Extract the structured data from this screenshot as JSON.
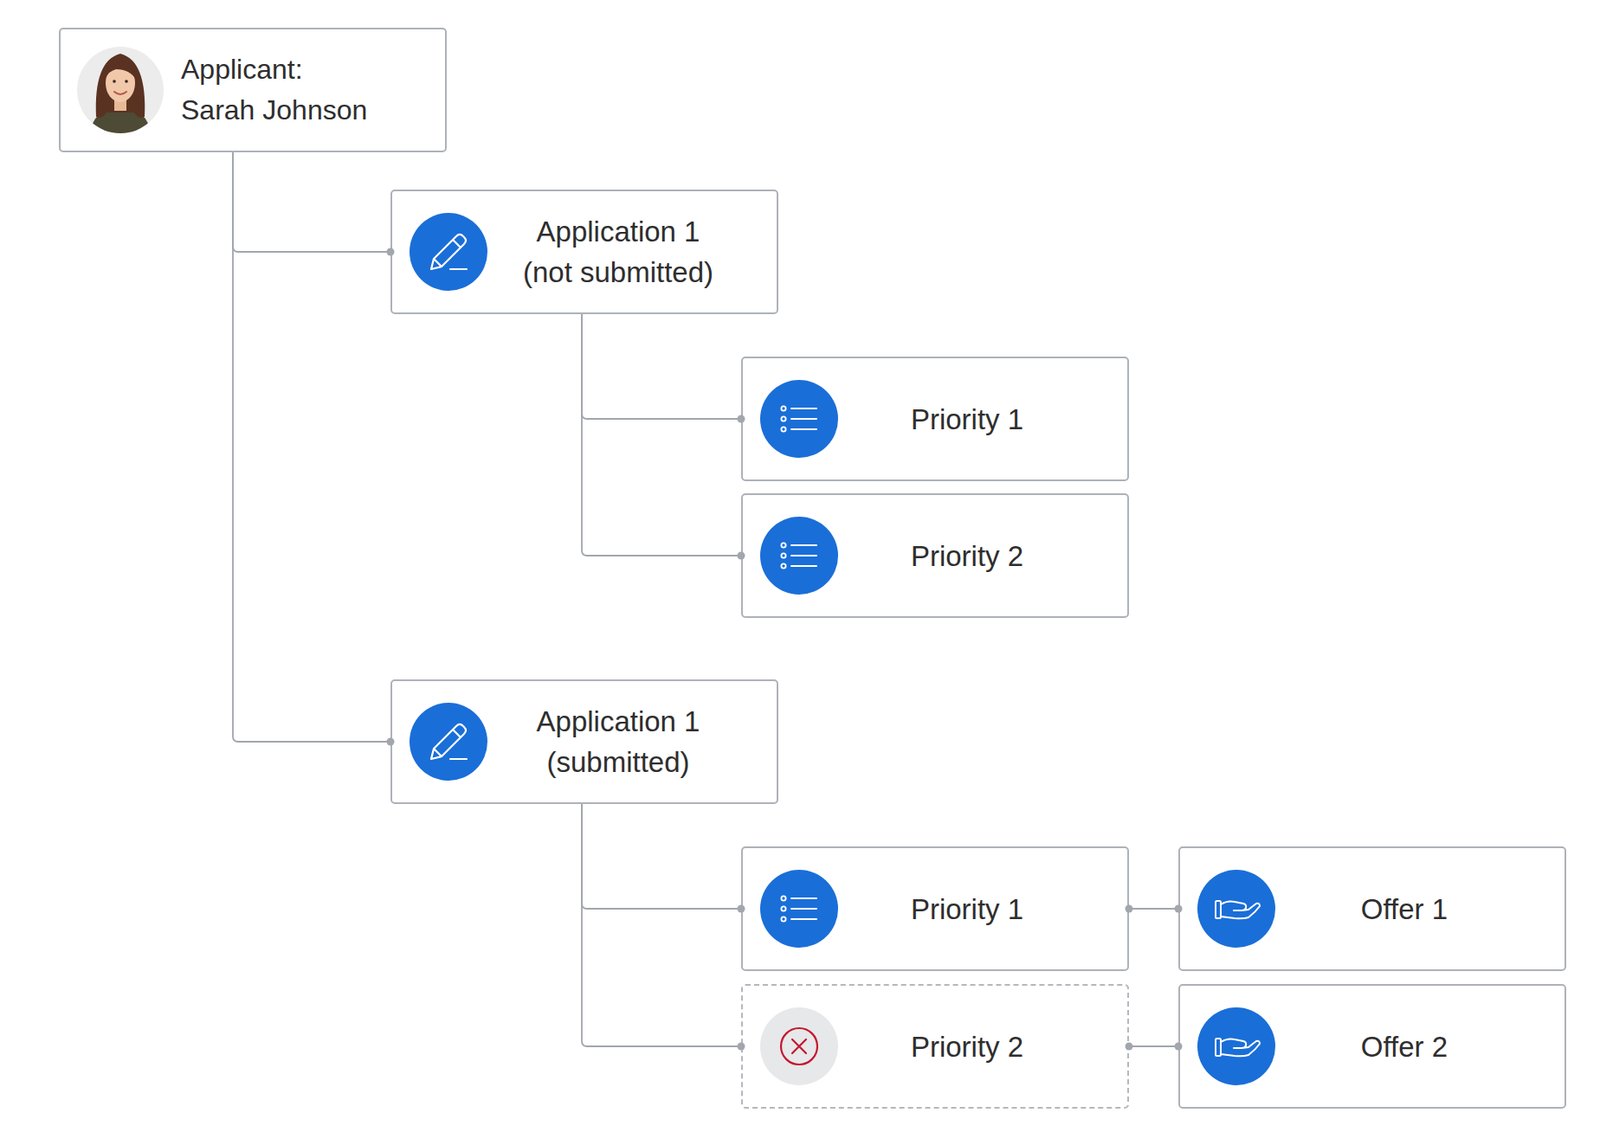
{
  "diagram": {
    "nodes": [
      {
        "text": [
          "Applicant: Sarah Johnson"
        ]
      },
      {
        "text": [
          "Application 1 (not submitted)"
        ]
      },
      {
        "text": [
          "Priority 1"
        ]
      },
      {
        "text": [
          "Priority 2"
        ]
      },
      {
        "text": [
          "Application 1 (submitted)"
        ]
      },
      {
        "text": [
          "Priority 1"
        ]
      },
      {
        "text": [
          "Priority 2"
        ]
      },
      {
        "text": [
          "Offer 1"
        ]
      },
      {
        "text": [
          "Offer 2"
        ]
      }
    ],
    "edges": [
      {
        "from": 0,
        "to": 1,
        "arrow": "none"
      },
      {
        "from": 1,
        "to": 2,
        "arrow": "none"
      },
      {
        "from": 1,
        "to": 3,
        "arrow": "none"
      },
      {
        "from": 0,
        "to": 4,
        "arrow": "none"
      },
      {
        "from": 4,
        "to": 5,
        "arrow": "none"
      },
      {
        "from": 4,
        "to": 6,
        "arrow": "none"
      },
      {
        "from": 5,
        "to": 7,
        "arrow": "none"
      },
      {
        "from": 6,
        "to": 8,
        "arrow": "none"
      }
    ]
  }
}
